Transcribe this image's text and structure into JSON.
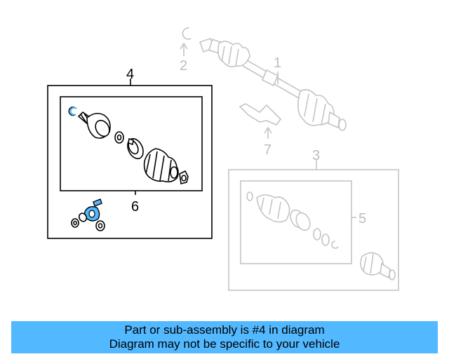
{
  "diagram": {
    "callouts": {
      "c1": "1",
      "c2": "2",
      "c3": "3",
      "c4": "4",
      "c5": "5",
      "c6": "6",
      "c7": "7"
    },
    "highlight_color": "#52b8ff",
    "selected_part": "4"
  },
  "banner": {
    "line1": "Part or sub-assembly is #4 in diagram",
    "line2": "Diagram may not be specific to your vehicle",
    "background": "#52b8ff"
  }
}
